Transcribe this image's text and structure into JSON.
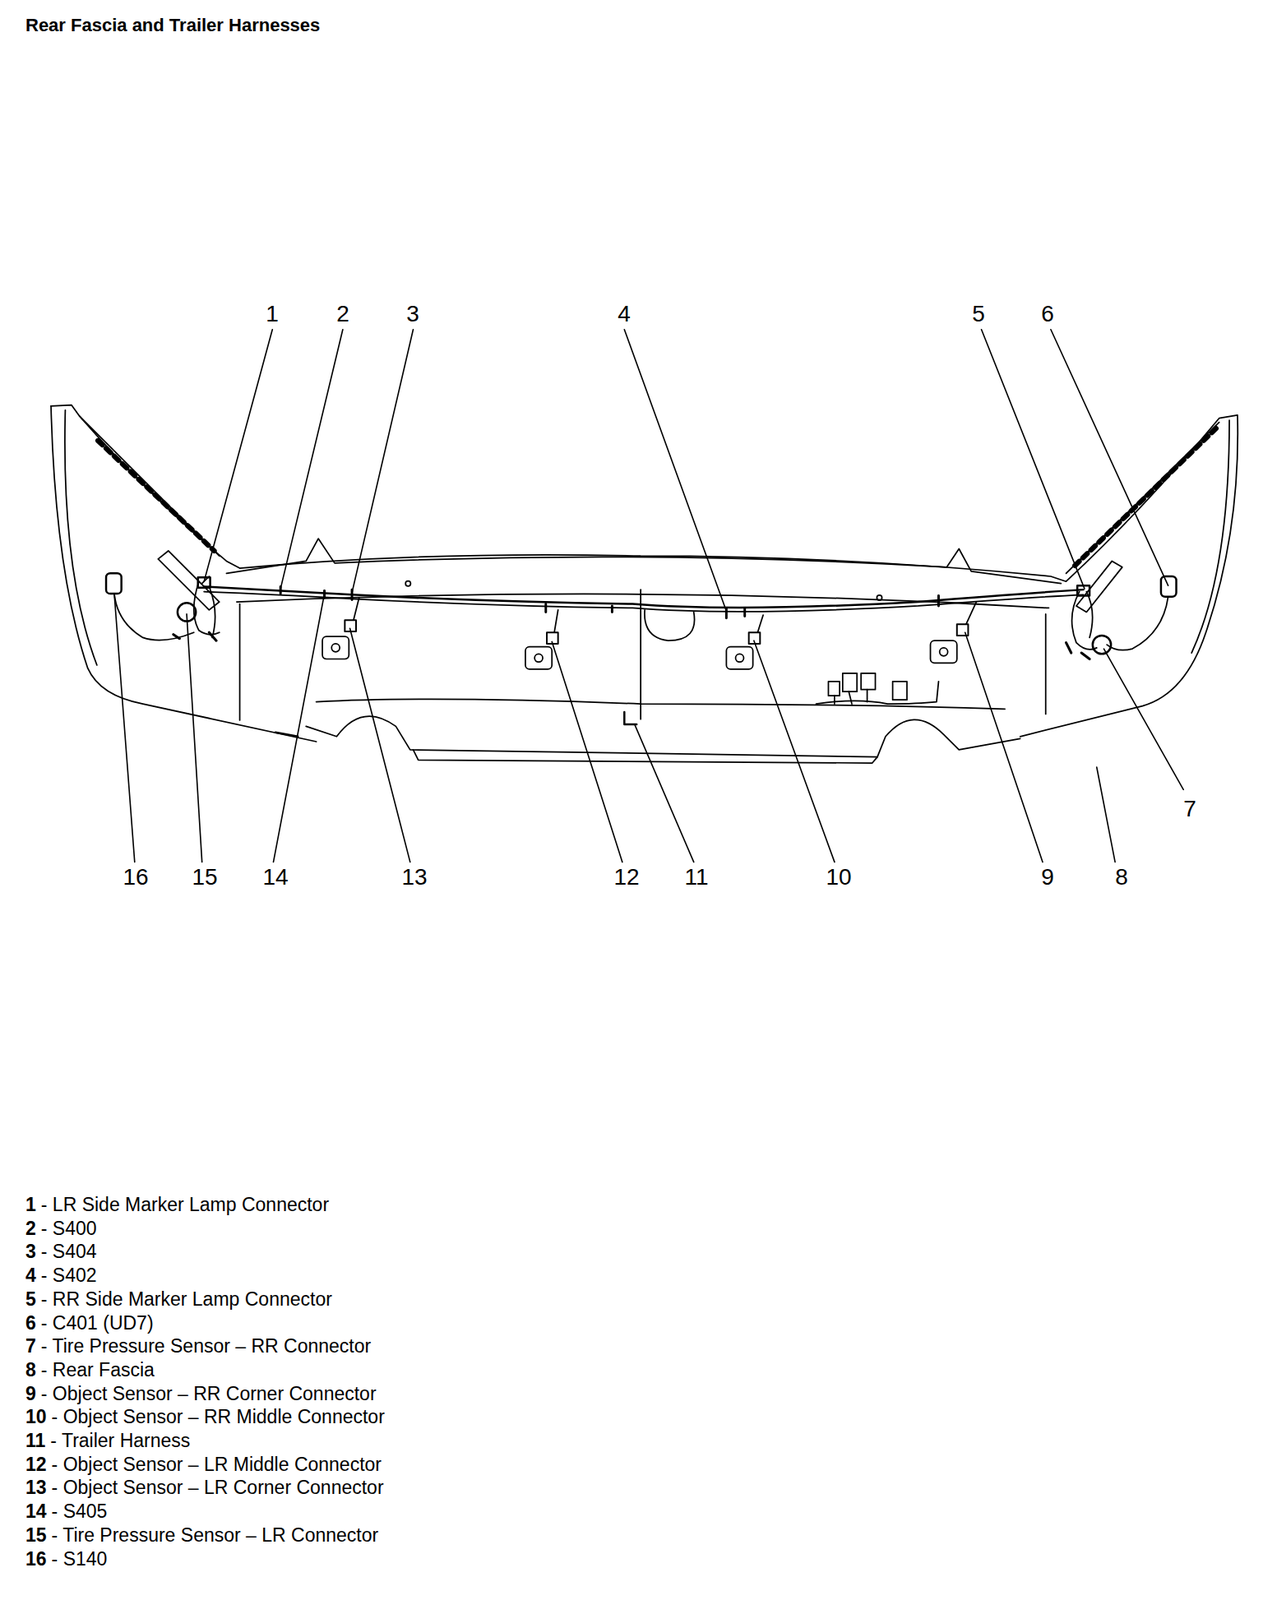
{
  "diagram": {
    "title": "Rear Fascia and Trailer Harnesses",
    "labels": [
      "1",
      "2",
      "3",
      "4",
      "5",
      "6",
      "7",
      "16",
      "15",
      "14",
      "13",
      "12",
      "11",
      "10",
      "9",
      "8",
      "1",
      "- LR Side Marker Lamp Connector",
      "2",
      "- S400",
      "3",
      "- S404",
      "4",
      "- S402",
      "5",
      "- RR Side Marker Lamp Connector",
      "6",
      "- C401 (UD7)",
      "7",
      "- Tire Pressure Sensor – RR Connector",
      "8",
      "- Rear Fascia",
      "9",
      "- Object Sensor – RR Corner Connector",
      "10",
      "- Object Sensor – RR Middle Connector",
      "11",
      "- Trailer Harness",
      "12",
      "- Object Sensor – LR Middle Connector",
      "13",
      "- Object Sensor – LR Corner Connector",
      "14",
      "- S405",
      "15",
      "- Tire Pressure Sensor – LR Connector",
      "16",
      "- S140"
    ]
  }
}
